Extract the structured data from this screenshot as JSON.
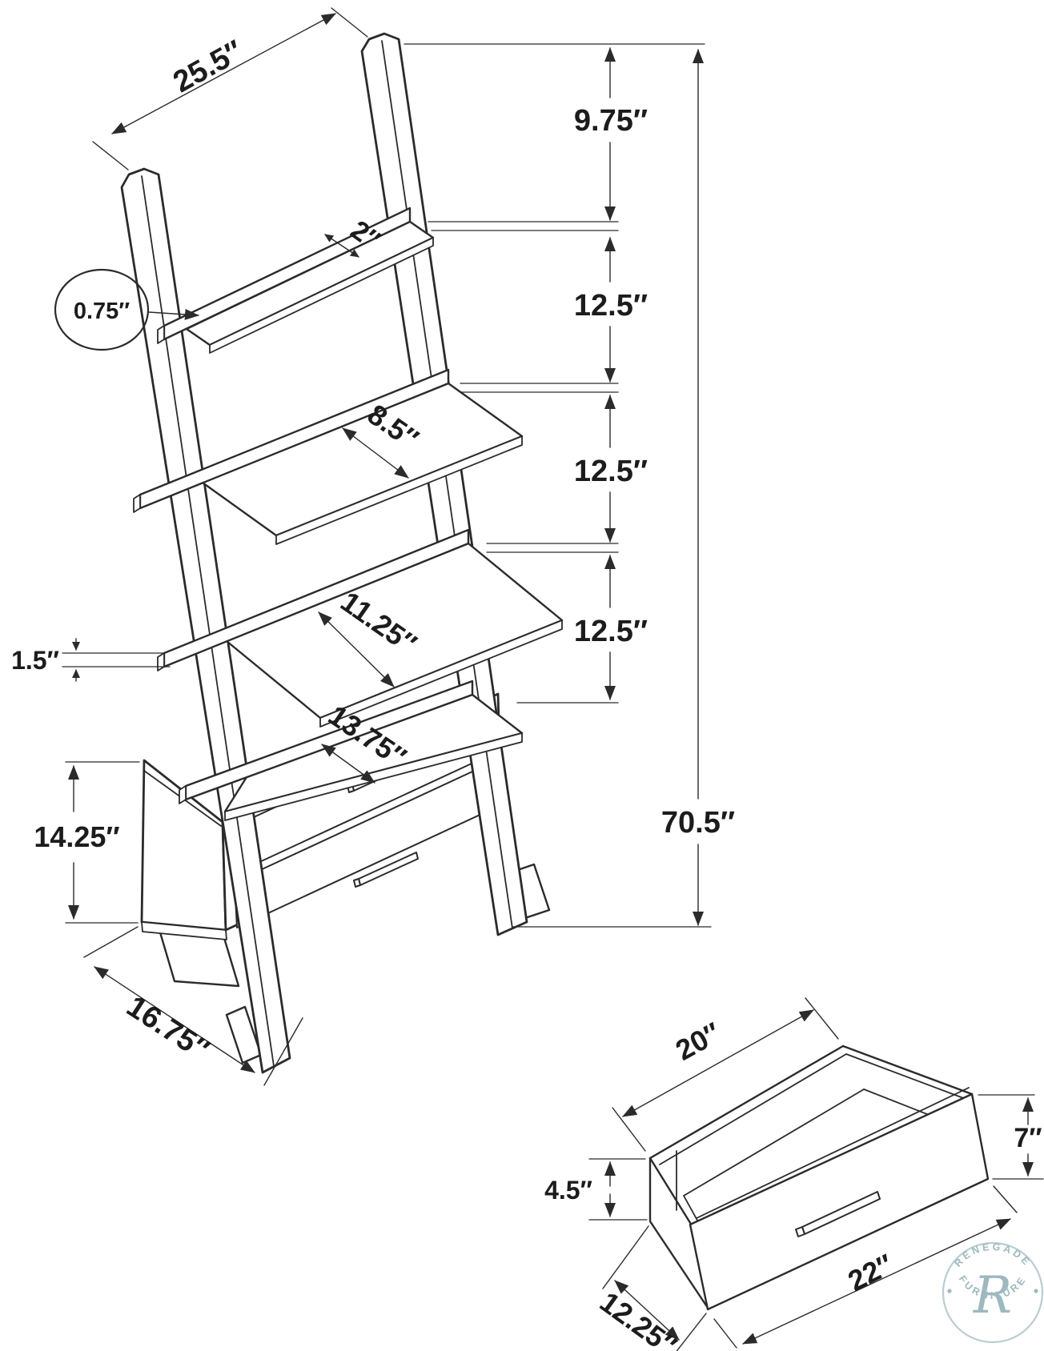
{
  "colors": {
    "line": "#2b2b2b",
    "text": "#1c1c1c",
    "watermark": "#9db9bf",
    "watermark_ring": "#b9cdd1",
    "background": "#ffffff"
  },
  "annotations": {
    "width_top": "25.5″",
    "gap_top": "9.75″",
    "shelf1_depth": "2″",
    "spacing_1": "12.5″",
    "board_thickness": "0.75″",
    "shelf2_depth": "8.5″",
    "spacing_2": "12.5″",
    "shelf3_depth": "11.25″",
    "lip_height": "1.5″",
    "spacing_3": "12.5″",
    "shelf4_depth": "13.75″",
    "cabinet_height": "14.25″",
    "overall_height": "70.5″",
    "base_depth": "16.75″"
  },
  "drawer_detail": {
    "inner_width": "20″",
    "front_height": "7″",
    "side_height": "4.5″",
    "depth": "12.25″",
    "front_width": "22″"
  },
  "watermark": {
    "arc_top": "RENEGADE",
    "arc_bottom": "FURNITURE",
    "monogram": "R"
  }
}
